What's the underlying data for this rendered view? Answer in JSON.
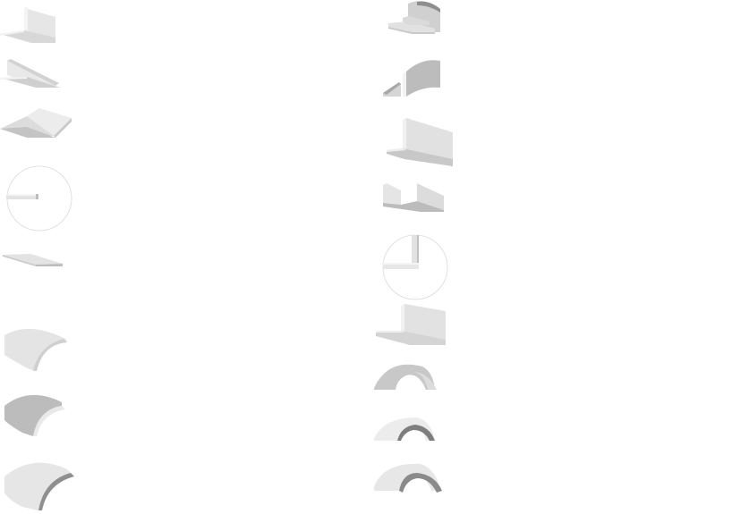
{
  "palette": {
    "face_light": "#eeeeee",
    "face_mid": "#dddddd",
    "face_dark": "#bdbdbd",
    "face_darker": "#9a9a9a",
    "edge": "#cfcfcf",
    "circle_outline": "#d9d9d9"
  },
  "left_column": [
    {
      "name": "l-angle-upright",
      "icon": "angle-profile-icon"
    },
    {
      "name": "sloped-angle",
      "icon": "sloped-angle-icon"
    },
    {
      "name": "tilted-plate",
      "icon": "tilted-plate-icon"
    },
    {
      "name": "circle-with-bar",
      "icon": "circle-bar-icon"
    },
    {
      "name": "flat-strip",
      "icon": "flat-strip-icon"
    },
    {
      "name": "curved-shell-light",
      "icon": "curved-shell-icon"
    },
    {
      "name": "curved-shell-dark",
      "icon": "curved-shell-dark-icon"
    },
    {
      "name": "curved-shell-wide",
      "icon": "curved-shell-wide-icon"
    }
  ],
  "right_column": [
    {
      "name": "stepped-curved-profile",
      "icon": "stepped-profile-icon"
    },
    {
      "name": "curved-wall-ramp",
      "icon": "curved-wall-icon"
    },
    {
      "name": "tall-angle",
      "icon": "tall-angle-icon"
    },
    {
      "name": "u-channel",
      "icon": "u-channel-icon"
    },
    {
      "name": "circle-with-l",
      "icon": "circle-l-icon"
    },
    {
      "name": "large-angle",
      "icon": "large-angle-icon"
    },
    {
      "name": "arch-light",
      "icon": "arch-icon"
    },
    {
      "name": "arch-half-dark",
      "icon": "arch-half-icon"
    },
    {
      "name": "arch-full",
      "icon": "arch-full-icon"
    }
  ]
}
